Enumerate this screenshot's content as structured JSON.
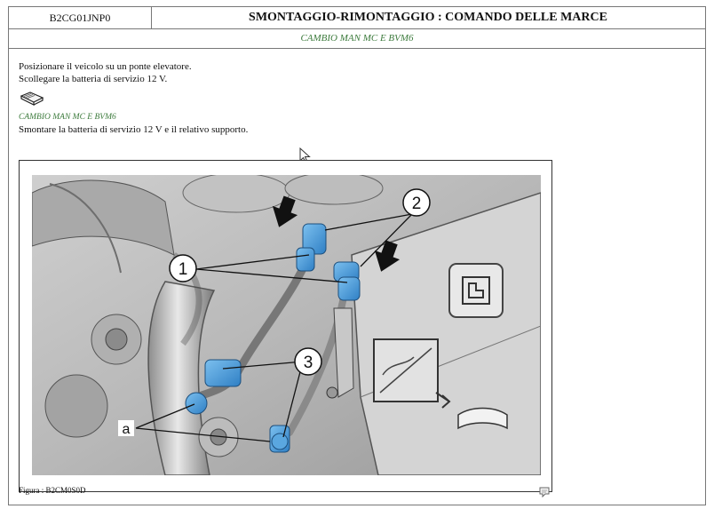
{
  "header": {
    "doc_code": "B2CG01JNP0",
    "title": "SMONTAGGIO-RIMONTAGGIO : COMANDO DELLE MARCE",
    "subtitle": "CAMBIO MAN MC E BVM6"
  },
  "body": {
    "line1": "Posizionare il veicolo su un ponte elevatore.",
    "line2": "Scollegare la batteria di servizio 12 V.",
    "link": "CAMBIO MAN MC E BVM6",
    "line3": "Smontare la batteria di servizio 12 V e il relativo supporto."
  },
  "figure": {
    "callouts": {
      "c1": "1",
      "c2": "2",
      "c3": "3",
      "ca": "a"
    },
    "caption": "Figura : B2CM0S0D"
  },
  "icons": {
    "book": "book-icon",
    "cursor": "mouse-cursor-icon",
    "corner": "note-icon"
  },
  "colors": {
    "link_green": "#3b7a3b",
    "highlight_blue": "#3b8fd6"
  }
}
